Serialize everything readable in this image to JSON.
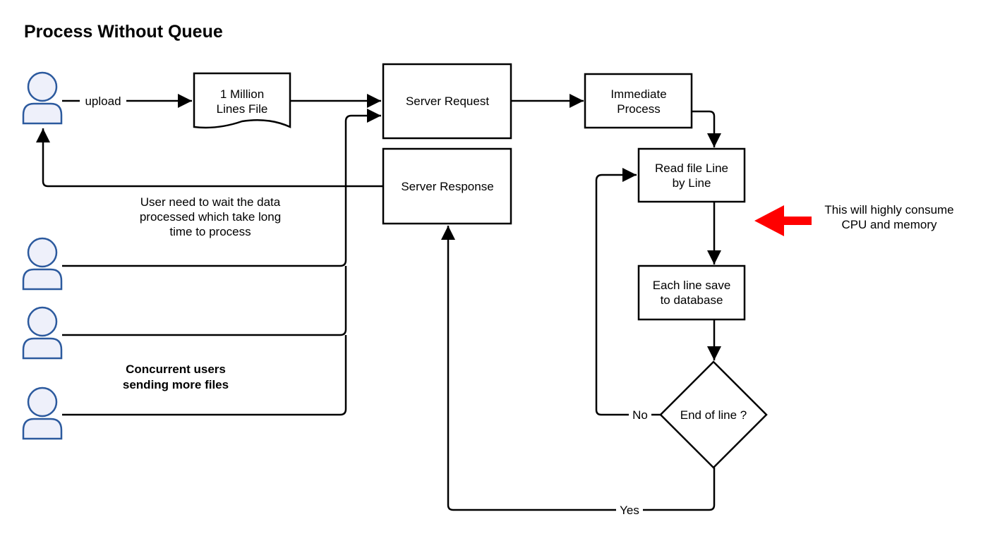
{
  "title": "Process Without Queue",
  "nodes": {
    "file": [
      "1 Million",
      "Lines File"
    ],
    "server_request": [
      "Server Request"
    ],
    "server_response": [
      "Server Response"
    ],
    "immediate_process": [
      "Immediate",
      "Process"
    ],
    "read_file": [
      "Read file Line",
      "by Line"
    ],
    "save_db": [
      "Each line save",
      "to database"
    ],
    "end_of_line": [
      "End of line ?"
    ]
  },
  "edge_labels": {
    "upload": "upload",
    "no": "No",
    "yes": "Yes"
  },
  "notes": {
    "wait": [
      "User need to wait the data",
      "processed which take long",
      "time to process"
    ],
    "concurrent": [
      "Concurrent users",
      "sending more files"
    ],
    "cpu": [
      "This will highly consume",
      "CPU and memory"
    ]
  },
  "colors": {
    "user_fill": "#eef0fa",
    "user_stroke": "#2c5a9e",
    "callout_arrow": "#ff0000"
  },
  "icons": {
    "user": "user-icon",
    "callout": "red-arrow-left-icon"
  }
}
